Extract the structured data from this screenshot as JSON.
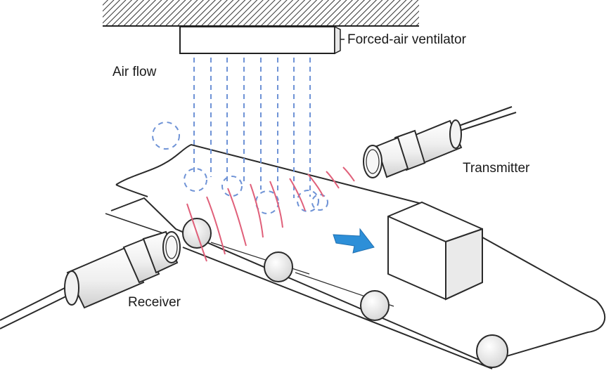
{
  "labels": {
    "ventilator": "Forced-air ventilator",
    "air_flow": "Air flow",
    "transmitter": "Transmitter",
    "receiver": "Receiver"
  },
  "colors": {
    "air_stream": "#6f93d6",
    "sound_wave": "#e0607a",
    "arrow": "#2d8fd8",
    "outline": "#2a2a2a",
    "fill_light": "#f6f6f6"
  },
  "icons": {
    "ceiling": "hatched-ceiling",
    "ventilator": "ventilator-housing",
    "transmitter": "ultrasonic-sensor",
    "receiver": "ultrasonic-sensor",
    "box": "package-box",
    "arrow": "direction-arrow"
  }
}
